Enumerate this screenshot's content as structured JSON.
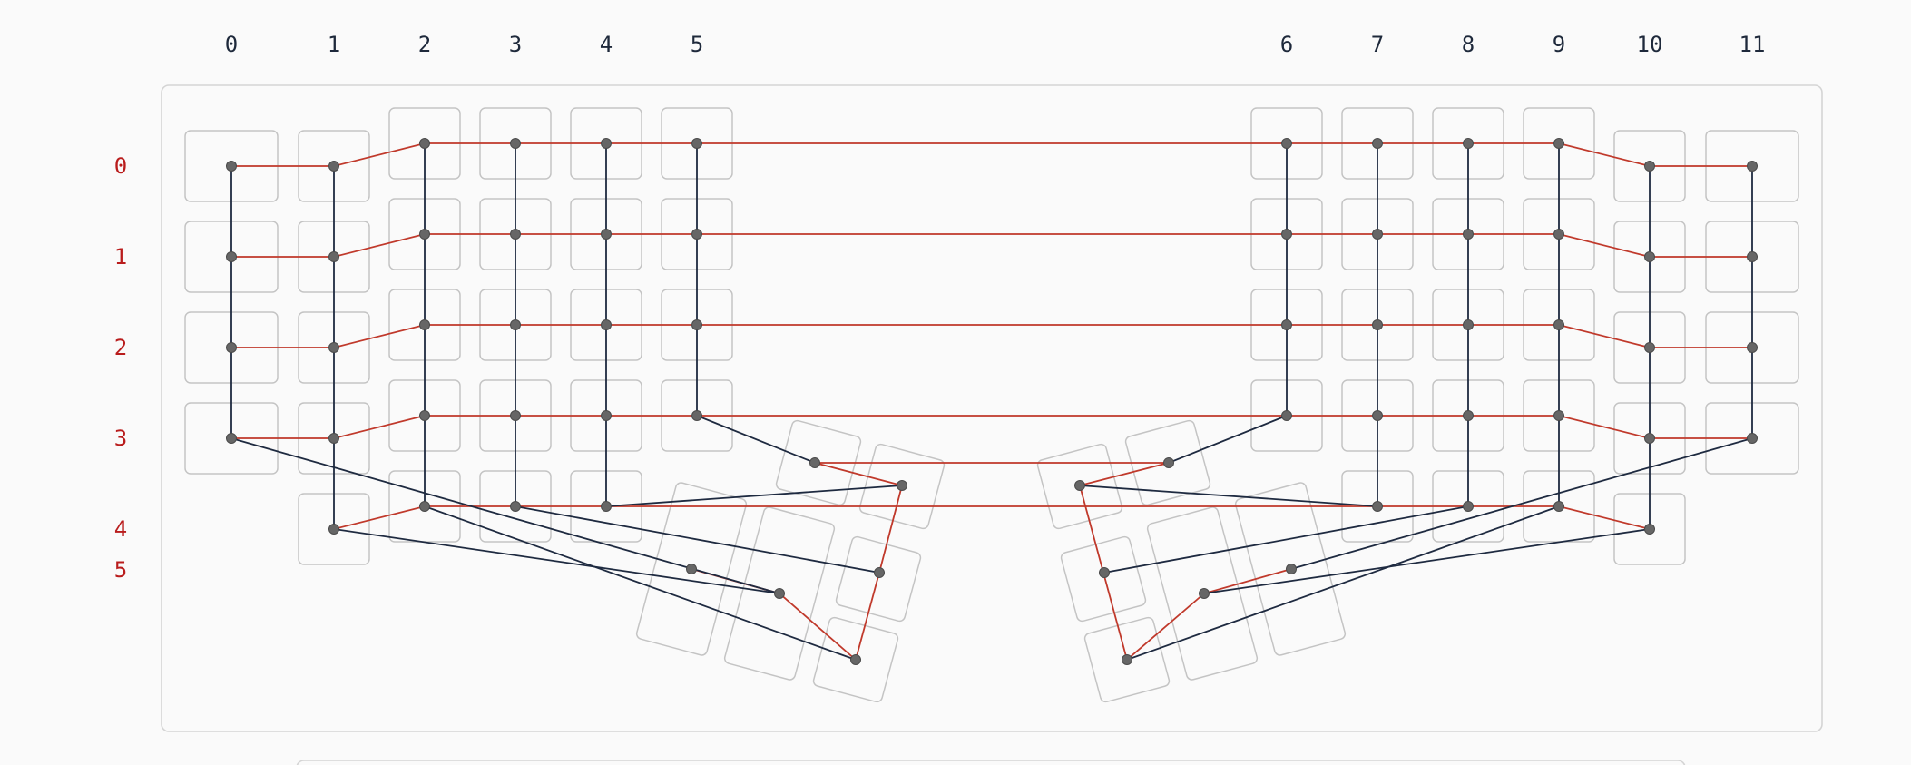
{
  "column_labels": [
    "0",
    "1",
    "2",
    "3",
    "4",
    "5",
    "6",
    "7",
    "8",
    "9",
    "10",
    "11"
  ],
  "row_labels": [
    "0",
    "1",
    "2",
    "3",
    "4",
    "5"
  ],
  "colors": {
    "row_wire": "#c0392b",
    "col_wire": "#1e2a40",
    "keycap_border": "#c4c4c4",
    "background": "#fafafa"
  },
  "matrix": {
    "type": "split-keyboard-matrix",
    "columns": 12,
    "rows": 6
  }
}
